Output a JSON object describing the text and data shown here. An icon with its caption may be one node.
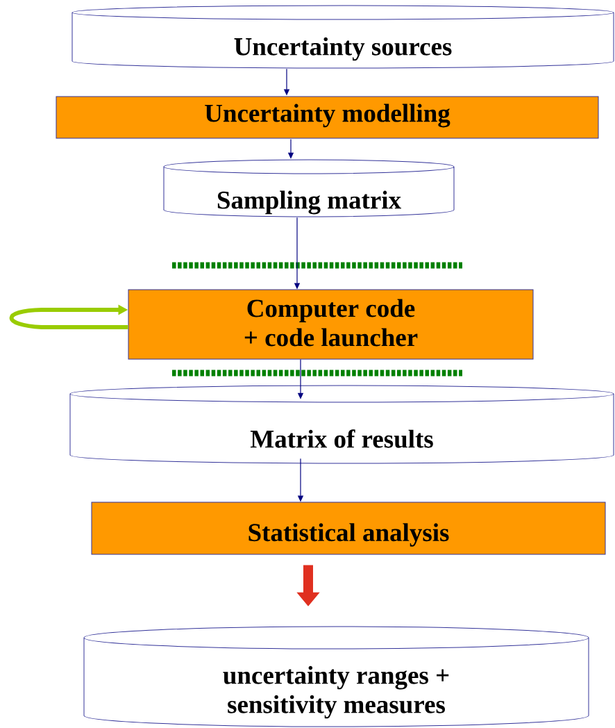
{
  "diagram": {
    "nodes": [
      {
        "text": [
          "Uncertainty sources"
        ]
      },
      {
        "text": [
          "Uncertainty modelling"
        ]
      },
      {
        "text": [
          "Sampling matrix"
        ]
      },
      {
        "text": [
          "Computer code + code launcher"
        ]
      },
      {
        "text": [
          "Matrix of results"
        ]
      },
      {
        "text": [
          "Statistical analysis"
        ]
      },
      {
        "text": [
          "uncertainty ranges + sensitivity measures"
        ]
      }
    ],
    "edges": [
      {
        "from": 0,
        "to": 1,
        "arrow": "to"
      },
      {
        "from": 1,
        "to": 2,
        "arrow": "to"
      },
      {
        "from": 2,
        "to": 3,
        "arrow": "to"
      },
      {
        "from": 3,
        "to": 4,
        "arrow": "to"
      },
      {
        "from": 4,
        "to": 5,
        "arrow": "to"
      },
      {
        "from": 5,
        "to": 6,
        "arrow": "to",
        "style": "thick",
        "color": "#e03020"
      },
      {
        "from": 3,
        "to": 3,
        "arrow": "to",
        "style": "thick",
        "color": "#99cc00"
      }
    ]
  }
}
